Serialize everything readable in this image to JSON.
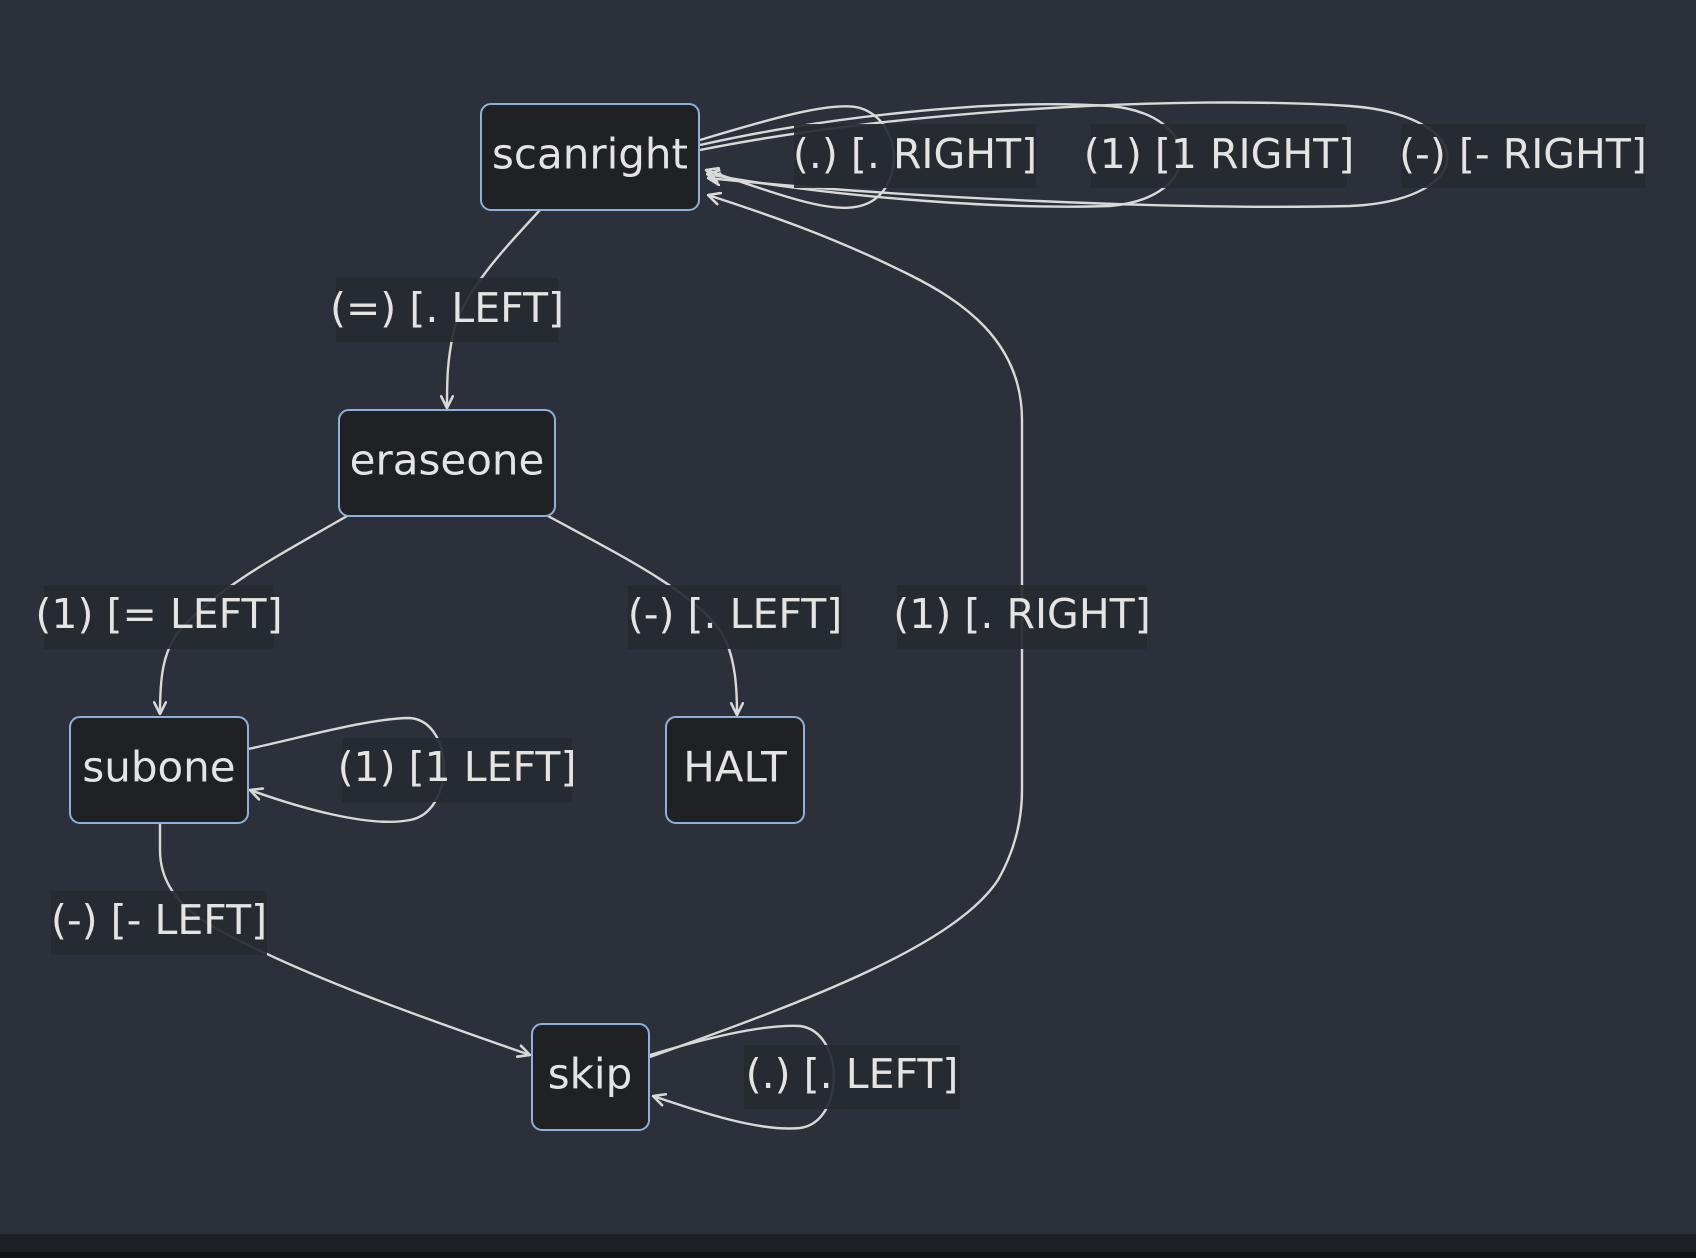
{
  "diagram": {
    "type": "state-diagram",
    "nodes": {
      "scanright": "scanright",
      "eraseone": "eraseone",
      "subone": "subone",
      "halt": "HALT",
      "skip": "skip"
    },
    "edges": [
      {
        "id": "scanright-self-dot",
        "from": "scanright",
        "to": "scanright",
        "label": "(.) [. RIGHT]"
      },
      {
        "id": "scanright-self-one",
        "from": "scanright",
        "to": "scanright",
        "label": "(1) [1 RIGHT]"
      },
      {
        "id": "scanright-self-dash",
        "from": "scanright",
        "to": "scanright",
        "label": "(-) [- RIGHT]"
      },
      {
        "id": "scanright-eraseone",
        "from": "scanright",
        "to": "eraseone",
        "label": "(=) [. LEFT]"
      },
      {
        "id": "eraseone-subone",
        "from": "eraseone",
        "to": "subone",
        "label": "(1) [= LEFT]"
      },
      {
        "id": "eraseone-halt",
        "from": "eraseone",
        "to": "HALT",
        "label": "(-) [. LEFT]"
      },
      {
        "id": "skip-scanright",
        "from": "skip",
        "to": "scanright",
        "label": "(1) [. RIGHT]"
      },
      {
        "id": "subone-self",
        "from": "subone",
        "to": "subone",
        "label": "(1) [1 LEFT]"
      },
      {
        "id": "subone-skip",
        "from": "subone",
        "to": "skip",
        "label": "(-) [- LEFT]"
      },
      {
        "id": "skip-self",
        "from": "skip",
        "to": "skip",
        "label": "(.) [. LEFT]"
      }
    ]
  },
  "colors": {
    "background": "#2c303b",
    "node_fill": "#202124",
    "node_border": "#8fb0d9",
    "edge": "#d9d9d9",
    "text": "#e4e4e4"
  }
}
